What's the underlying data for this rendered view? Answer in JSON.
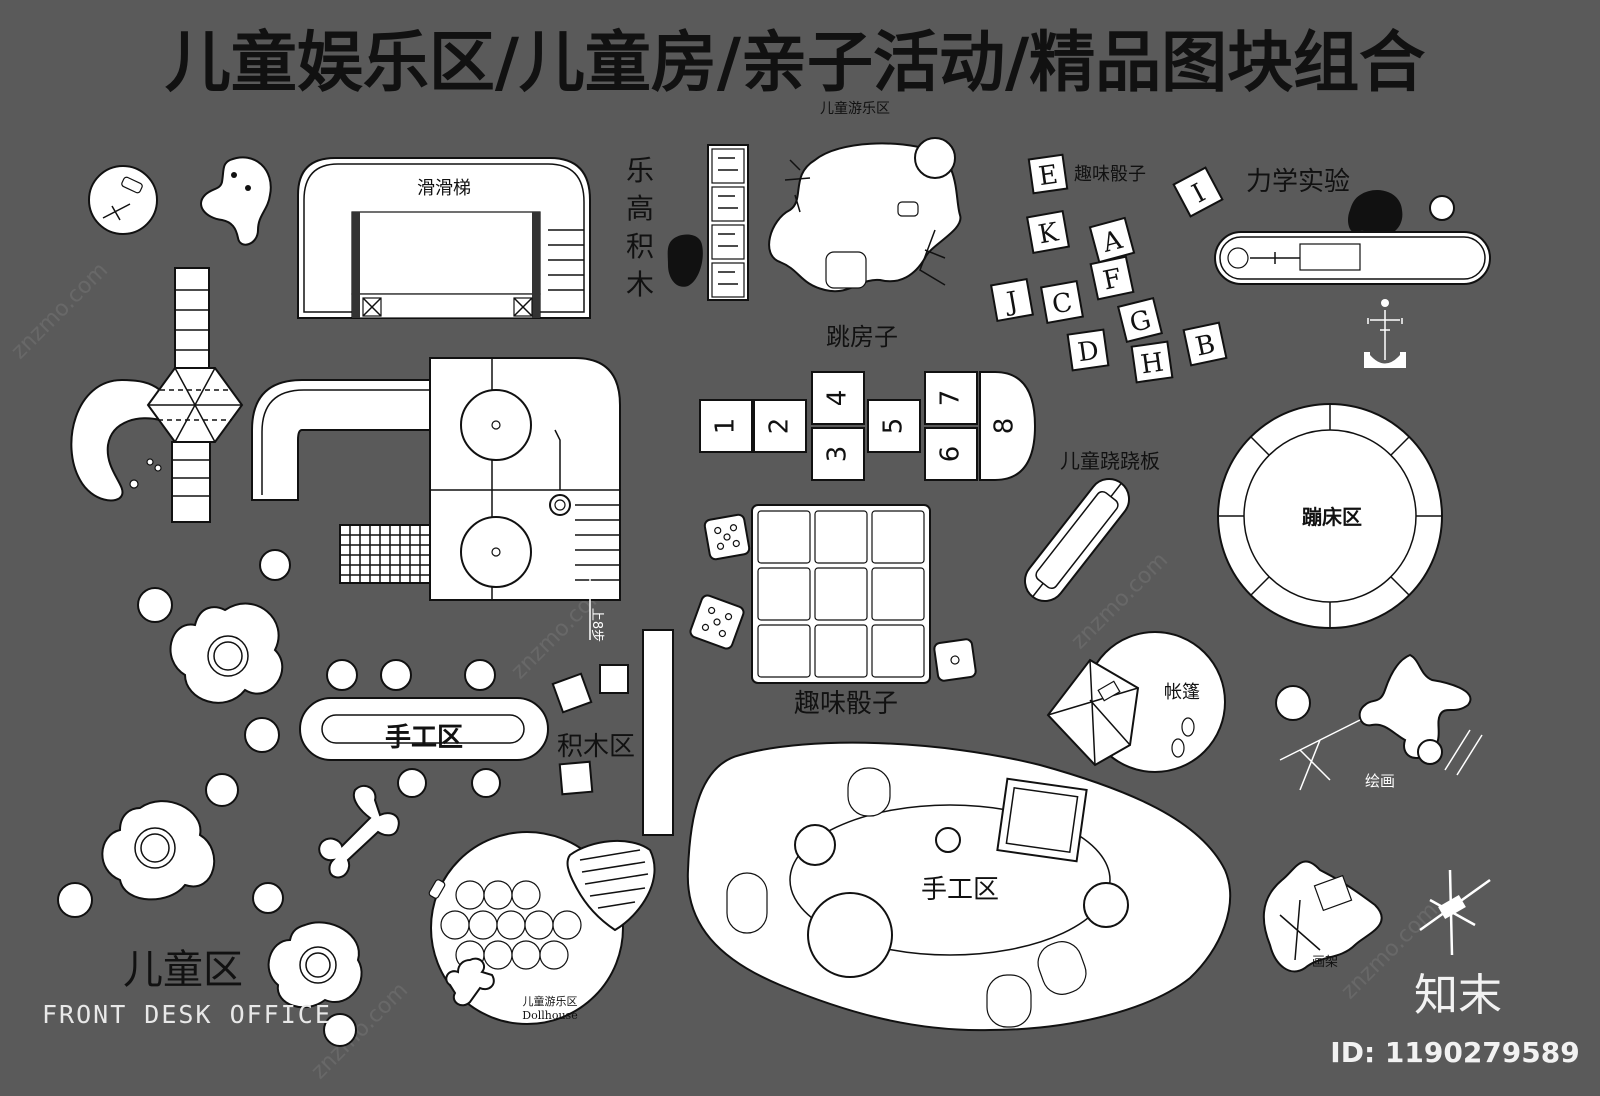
{
  "title": "儿童娱乐区/儿童房/亲子活动/精品图块组合",
  "labels": {
    "playground_top": "儿童游乐区",
    "slide": "滑滑梯",
    "lego": [
      "乐",
      "高",
      "积",
      "木"
    ],
    "fun_dice_top": "趣味骰子",
    "mechanics": "力学实验",
    "hopscotch": "跳房子",
    "seesaw": "儿童跷跷板",
    "trampoline": "蹦床区",
    "stair_note": "上8步",
    "craft_small": "手工区",
    "blocks_area": "积木区",
    "fun_dice_bottom": "趣味骰子",
    "tent": "帐篷",
    "painting": "绘画",
    "craft_large": "手工区",
    "easel": "画架",
    "kids_zone": "儿童区",
    "front_desk": "FRONT DESK OFFICE",
    "dollhouse_cn": "儿童游乐区",
    "dollhouse_en": "Dollhouse"
  },
  "letter_blocks": [
    "E",
    "I",
    "K",
    "A",
    "F",
    "J",
    "C",
    "G",
    "B",
    "D",
    "H"
  ],
  "hopscotch_numbers": [
    "1",
    "2",
    "3",
    "4",
    "5",
    "6",
    "7",
    "8"
  ],
  "watermark": {
    "site": "znzmo.com",
    "logo": "知末",
    "id_text": "ID: 1190279589"
  },
  "colors": {
    "background": "#5a5a5a",
    "fill": "#ffffff",
    "line": "#111111"
  }
}
